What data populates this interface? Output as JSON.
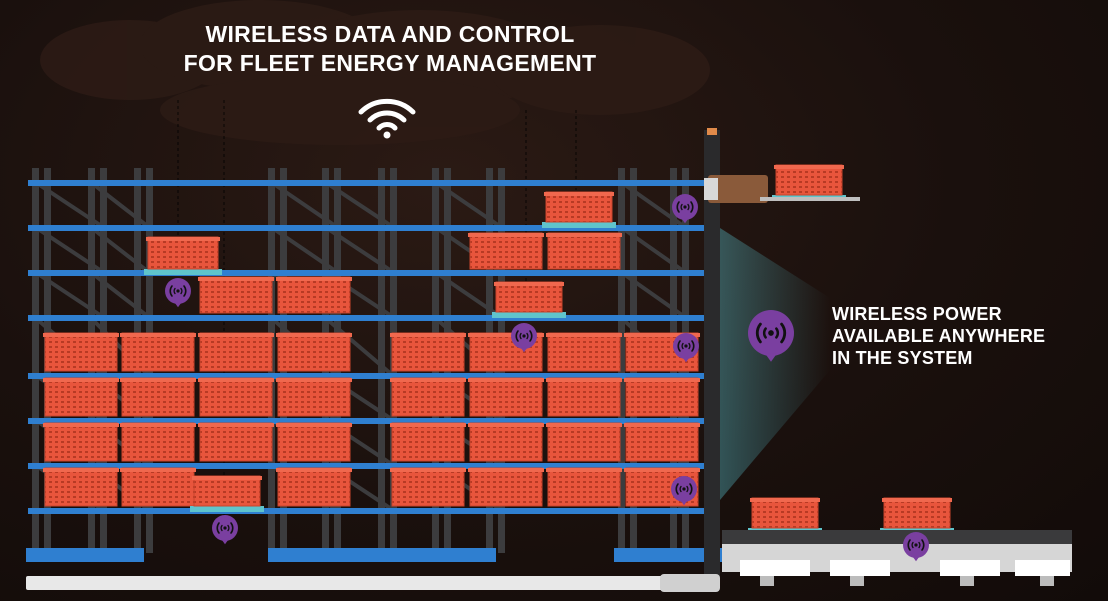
{
  "header": {
    "title_line1": "WIRELESS DATA AND CONTROL",
    "title_line2": "FOR FLEET ENERGY MANAGEMENT",
    "icon": "wifi-icon"
  },
  "callout": {
    "line1": "WIRELESS POWER",
    "line2": "AVAILABLE ANYWHERE",
    "line3": "IN THE SYSTEM",
    "icon": "wireless-power-icon"
  },
  "colors": {
    "background": "#1a100d",
    "rack_blue": "#2f7fd0",
    "rack_frame": "#3c3c3e",
    "crate": "#e8553c",
    "robot_pad": "#5fc4cc",
    "power_badge": "#7a3fa0"
  }
}
